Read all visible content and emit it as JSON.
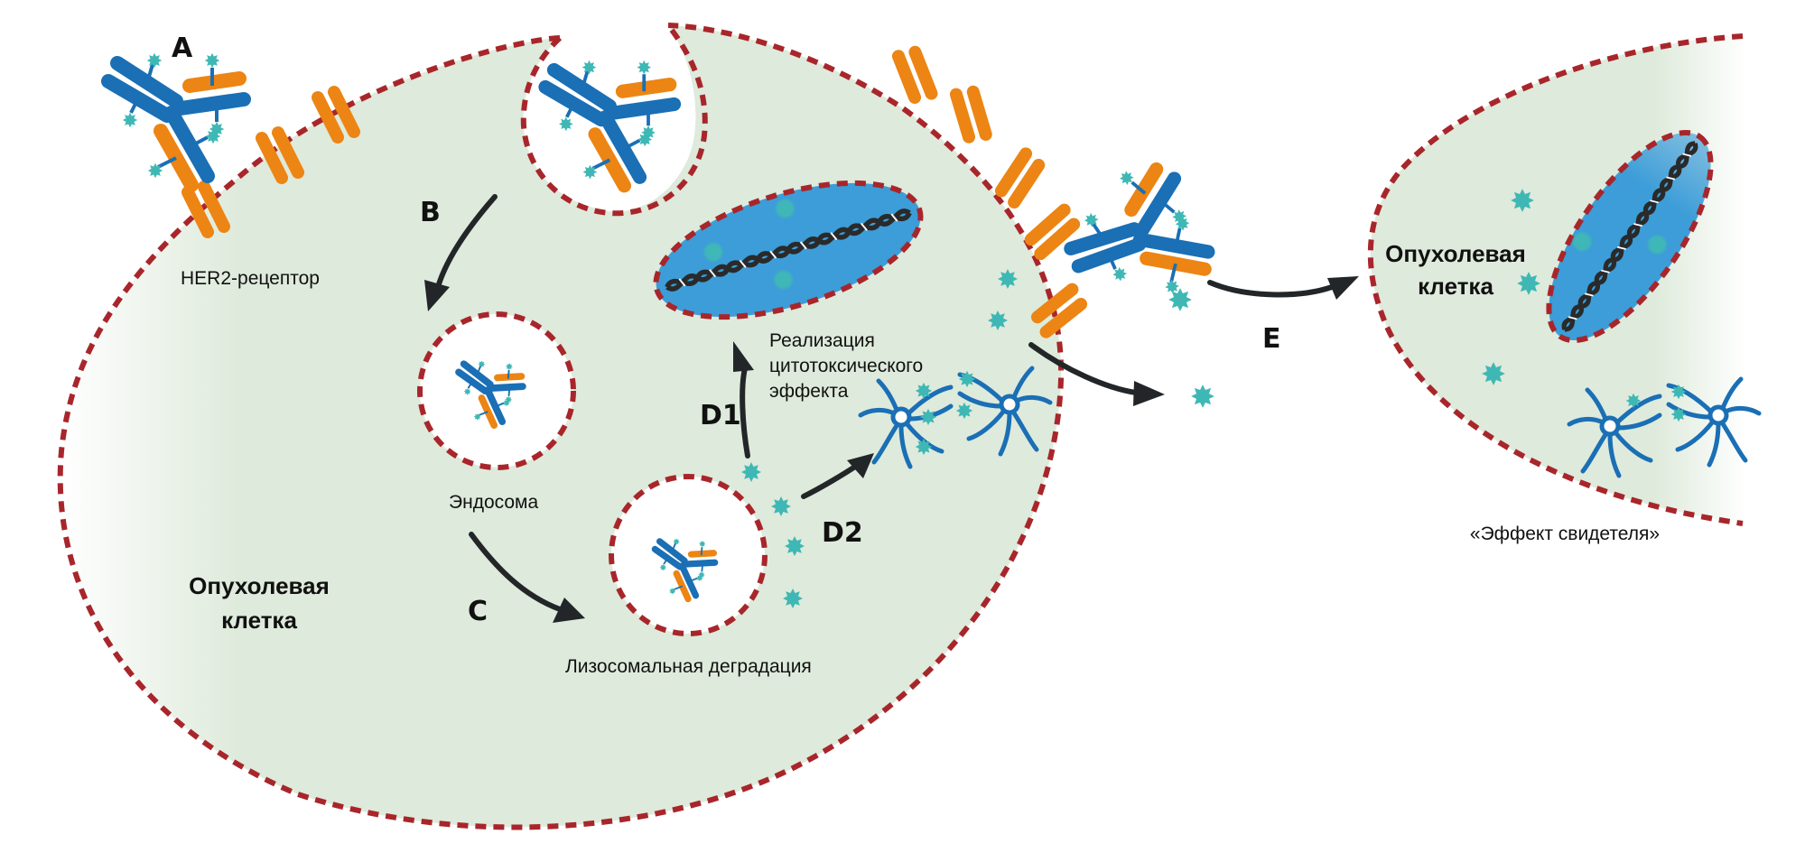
{
  "diagram": {
    "type": "mechanism-of-action",
    "colors": {
      "membrane": "#a8262b",
      "cytoplasm": "#deeadb",
      "nucleus": "#3c9dd8",
      "antibody_heavy": "#1a6fb5",
      "antibody_light": "#ec8514",
      "payload": "#3fb8b5",
      "arrow": "#222628"
    },
    "steps": {
      "A": "A",
      "B": "B",
      "C": "C",
      "D1": "D1",
      "D2": "D2",
      "E": "E"
    },
    "labels": {
      "her2_receptor": "HER2-рецептор",
      "endosome": "Эндосома",
      "lysosomal_degradation": "Лизосомальная деградация",
      "cytotoxic_effect_line1": "Реализация",
      "cytotoxic_effect_line2": "цитотоксического",
      "cytotoxic_effect_line3": "эффекта",
      "tumor_cell_line1": "Опухолевая",
      "tumor_cell_line2": "клетка",
      "neighbor_cell_line1": "Опухолевая",
      "neighbor_cell_line2": "клетка",
      "bystander_effect": "«Эффект свидетеля»"
    },
    "nodes": [
      {
        "id": "antibody-binding",
        "step": "A",
        "label": "HER2-рецептор"
      },
      {
        "id": "internalization",
        "step": "B"
      },
      {
        "id": "endosome",
        "label": "Эндосома"
      },
      {
        "id": "lysosome",
        "step": "C",
        "label": "Лизосомальная деградация"
      },
      {
        "id": "nucleus-dna",
        "step": "D1",
        "label": "Реализация цитотоксического эффекта"
      },
      {
        "id": "microtubules",
        "step": "D2"
      },
      {
        "id": "bystander-cell",
        "step": "E",
        "label": "«Эффект свидетеля»"
      }
    ],
    "edges": [
      {
        "from": "antibody-binding",
        "to": "endosome",
        "label": "B"
      },
      {
        "from": "endosome",
        "to": "lysosome",
        "label": "C"
      },
      {
        "from": "lysosome",
        "to": "nucleus-dna",
        "label": "D1"
      },
      {
        "from": "lysosome",
        "to": "microtubules",
        "label": "D2"
      },
      {
        "from": "tumor-cell",
        "to": "bystander-cell",
        "label": "E"
      }
    ]
  }
}
